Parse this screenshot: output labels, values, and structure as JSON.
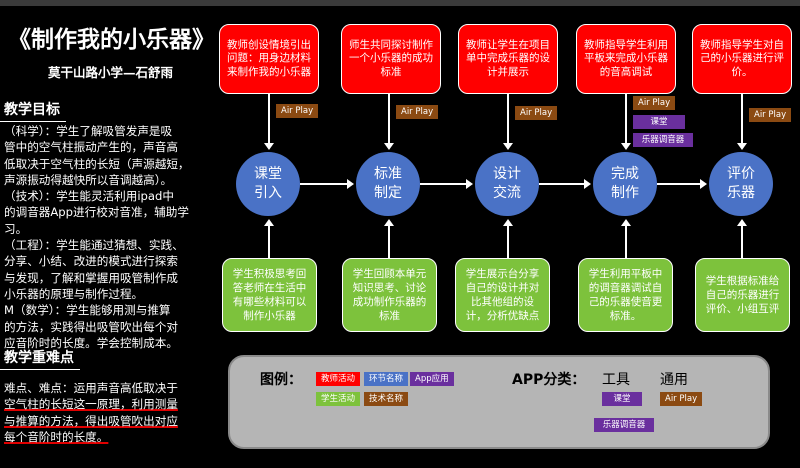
{
  "title": "《制作我的小乐器》",
  "author": "莫干山路小学—石舒雨",
  "objectives": {
    "heading": "教学目标",
    "lines": [
      "（科学）：学生了解吸管发声是吸",
      "管中的空气柱振动产生的，声音高",
      "低取决于空气柱的长短（声源越短，",
      "声源振动得越快所以音调越高）。",
      "（技术）：学生能灵活利用ipad中",
      "的调音器App进行校对音准，辅助学",
      "习。",
      "（工程）：学生能通过猜想、实践、",
      "分享、小结、改进的模式进行探索",
      "与发现，了解和掌握用吸管制作成",
      "小乐器的原理与制作过程。",
      "M（数学）：学生能够用测与推算",
      "的方法，实践得出吸管吹出每个对",
      "应音阶时的长度。学会控制成本。"
    ]
  },
  "difficulties": {
    "heading": "教学重难点",
    "lines": [
      "难点、难点：运用声音高低取决于",
      "空气柱的长短这一原理，利用测量",
      "与推算的方法，得出吸管吹出对应",
      "每个音阶时的长度。"
    ]
  },
  "steps": [
    {
      "teacher": "教师创设情境引出问题：用身边材料来制作我的小乐器",
      "stage": "课堂\n引入",
      "student": "学生积极思考回答老师在生活中有哪些材料可以制作小乐器",
      "apps": [
        "Air Play"
      ]
    },
    {
      "teacher": "师生共同探讨制作一个小乐器的成功标准",
      "stage": "标准\n制定",
      "student": "学生回顾本单元知识思考、讨论成功制作乐器的标准",
      "apps": [
        "Air Play"
      ]
    },
    {
      "teacher": "教师让学生在项目单中完成乐器的设计并展示",
      "stage": "设计\n交流",
      "student": "学生展示台分享自己的设计并对比其他组的设计，分析优缺点",
      "apps": [
        "Air Play"
      ]
    },
    {
      "teacher": "教师指导学生利用平板来完成小乐器的音高调试",
      "stage": "完成\n制作",
      "student": "学生利用平板中的调音器调试自己的乐器使音更标准。",
      "apps": [
        "Air Play",
        "课堂",
        "乐器调音器"
      ]
    },
    {
      "teacher": "教师指导学生对自己的小乐器进行评价。",
      "stage": "评价\n乐器",
      "student": "学生根据标准给自己的乐器进行评价、小组互评",
      "apps": [
        "Air Play"
      ]
    }
  ],
  "legend": {
    "label": "图例：",
    "items": [
      "教师活动",
      "环节名称",
      "App应用",
      "学生活动",
      "技术名称"
    ],
    "app_label": "APP分类：",
    "tool_label": "工具",
    "general_label": "通用",
    "tool_items": [
      "课堂",
      "乐器调音器"
    ],
    "general_items": [
      "Air Play"
    ]
  },
  "colors": {
    "teacher": "#ff0000",
    "stage": "#4a72c6",
    "app": "#6a2f9e",
    "student": "#7dc23c",
    "tech": "#8b4a12",
    "legend_bg": "#b5b5b5"
  }
}
